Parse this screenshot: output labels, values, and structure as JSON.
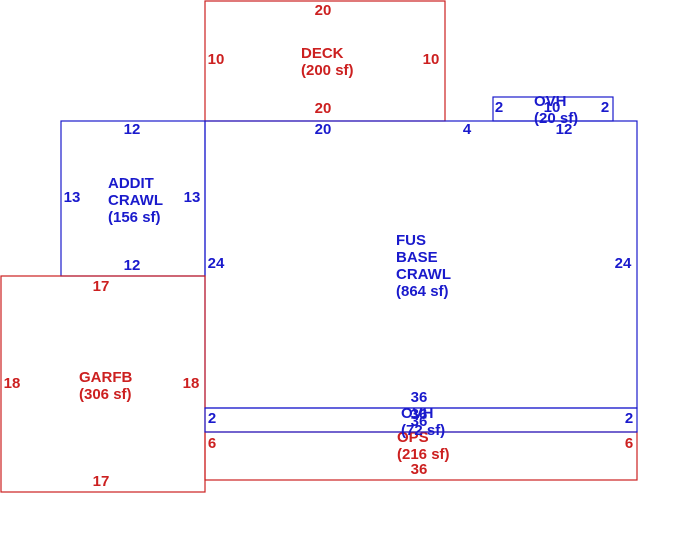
{
  "colors": {
    "red": "#cc2020",
    "blue": "#1a1acc"
  },
  "deck": {
    "top": "20",
    "left": "10",
    "right": "10",
    "bottom": "20",
    "name": "DECK",
    "area": "(200 sf)"
  },
  "addit_crawl": {
    "top": "12",
    "left": "13",
    "right": "13",
    "bottom": "12",
    "line1": "ADDIT",
    "line2": "CRAWL",
    "area": "(156 sf)"
  },
  "fus_base_crawl": {
    "top": "20",
    "top_right_seg": "4",
    "right": "24",
    "left": "24",
    "bottom": "36",
    "line1": "FUS",
    "line2": "BASE",
    "line3": "CRAWL",
    "area": "(864 sf)"
  },
  "ovh_top": {
    "left": "2",
    "right": "2",
    "top": "10",
    "bottom": "12",
    "name": "OVH",
    "area": "(20 sf)"
  },
  "garfb": {
    "top": "17",
    "left": "18",
    "right": "18",
    "bottom": "17",
    "name": "GARFB",
    "area": "(306 sf)"
  },
  "ovh_bottom": {
    "left": "2",
    "right": "2",
    "top": "36",
    "bottom": "36",
    "name": "OVH",
    "area": "(72 sf)"
  },
  "ops": {
    "left": "6",
    "right": "6",
    "bottom": "36",
    "name": "OPS",
    "area": "(216 sf)"
  }
}
